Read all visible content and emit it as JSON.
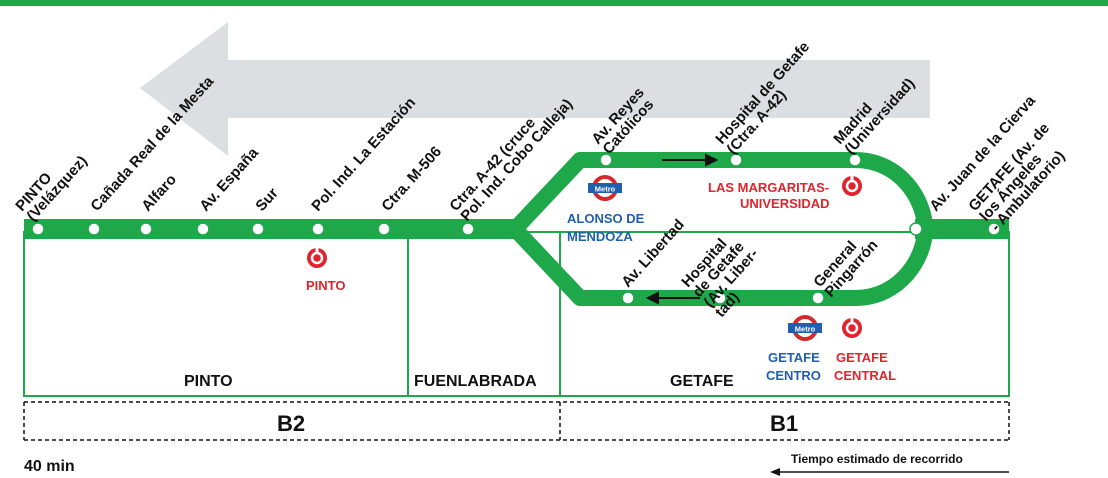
{
  "colors": {
    "line": "#1fa84a",
    "arrow": "#dcdfe1",
    "renfe": "#e0242e",
    "metro_red": "#d62a2a",
    "metro_blue": "#1f5fae",
    "text": "#111111"
  },
  "stops": [
    [
      "PINTO",
      "(Velázquez)"
    ],
    [
      "Cañada Real de la Mesta"
    ],
    [
      "Alfaro"
    ],
    [
      "Av. España"
    ],
    [
      "Sur"
    ],
    [
      "Pol. Ind. La Estación"
    ],
    [
      "Ctra. M-506"
    ],
    [
      "Ctra. A-42 (cruce",
      "Pol. Ind. Cobo Calleja)"
    ],
    [
      "Av. Reyes",
      "Católicos"
    ],
    [
      "Hospital de Getafe",
      "(Ctra. A-42)"
    ],
    [
      "Madrid",
      "(Universidad)"
    ],
    [
      "Av. Juan de la Cierva"
    ],
    [
      "GETAFE (Av. de",
      "los Ángeles",
      "- Ambulatorio)"
    ],
    [
      "Av. Libertad"
    ],
    [
      "Hospital",
      "de Getafe",
      "(Av. Liber-",
      "tad)"
    ],
    [
      "General",
      "Pingarrón"
    ]
  ],
  "transfers": {
    "pinto": "PINTO",
    "alonso": [
      "ALONSO DE",
      "MENDOZA"
    ],
    "margaritas": [
      "LAS MARGARITAS-",
      "UNIVERSIDAD"
    ],
    "getafe_centro": [
      "GETAFE",
      "CENTRO"
    ],
    "getafe_central": [
      "GETAFE",
      "CENTRAL"
    ],
    "metro_badge": "Metro"
  },
  "municipalities": [
    "PINTO",
    "FUENLABRADA",
    "GETAFE"
  ],
  "zones": [
    "B2",
    "B1"
  ],
  "time_label": "40 min",
  "time_caption": "Tiempo estimado de recorrido"
}
